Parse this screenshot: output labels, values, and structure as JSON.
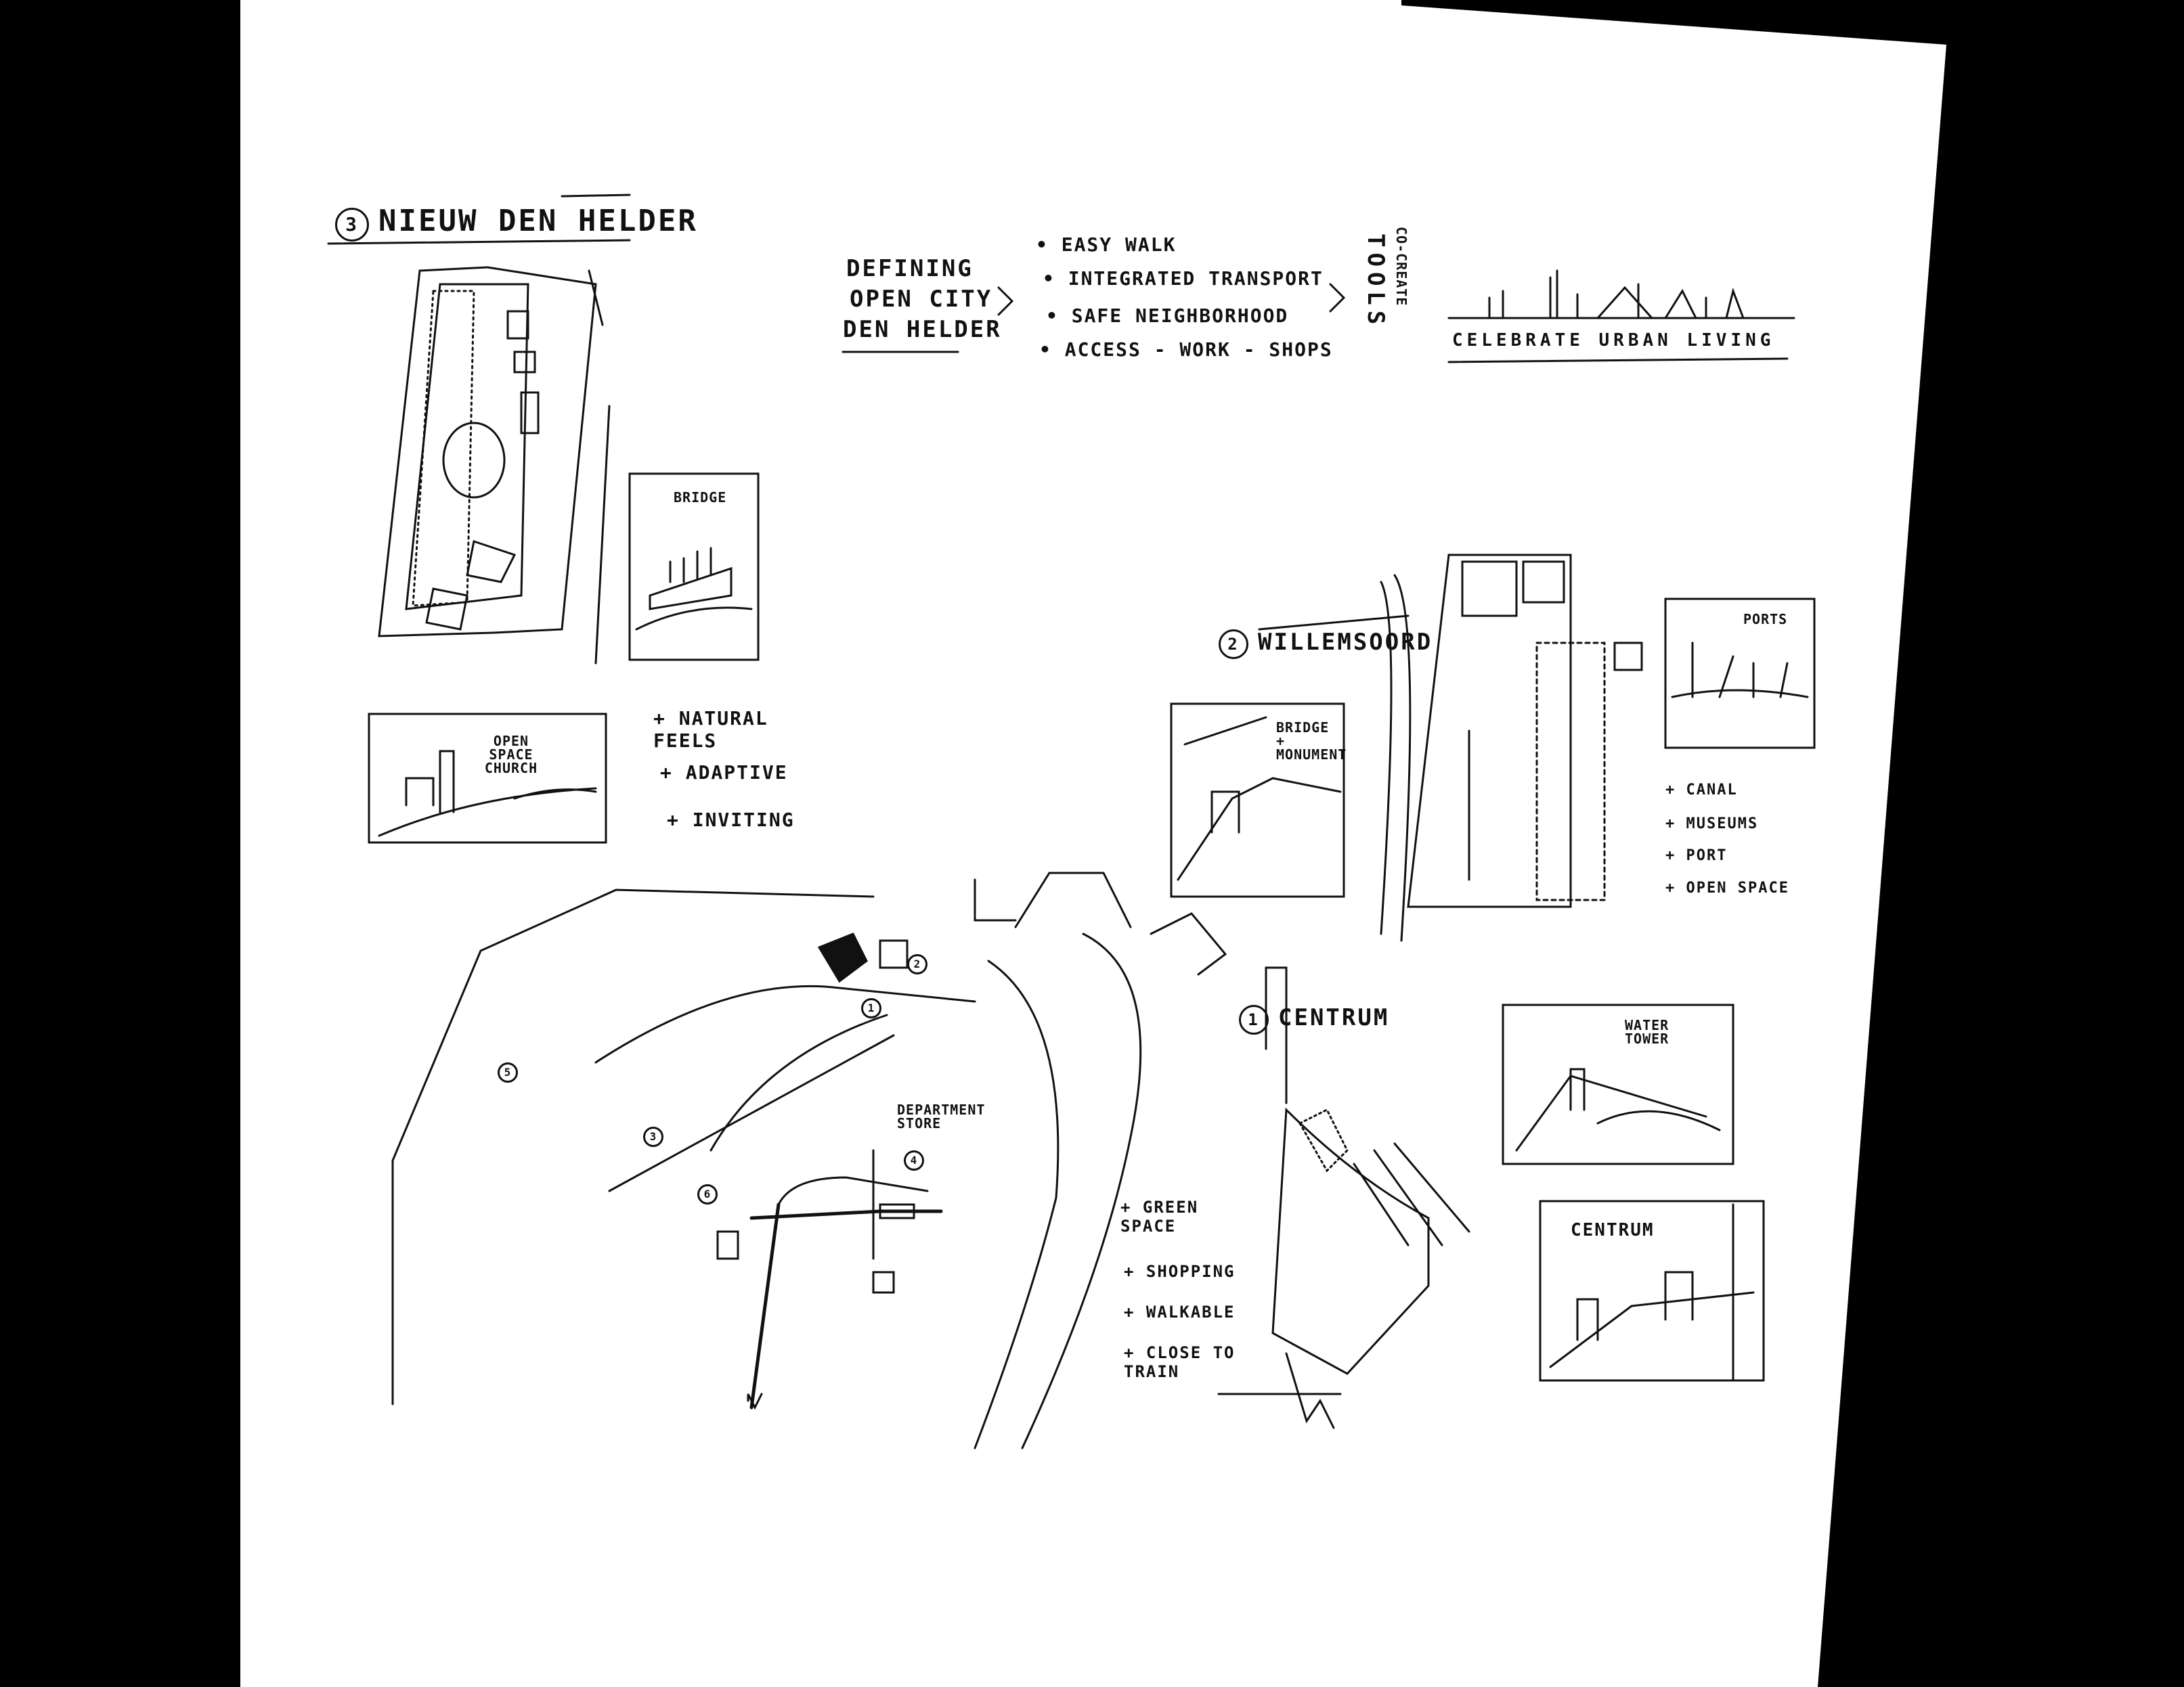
{
  "sketch3": {
    "number": "3",
    "title": "NIEUW DEN HELDER",
    "bridge_label": "BRIDGE",
    "church_label": "OPEN SPACE CHURCH",
    "features": [
      "+ NATURAL FEELS",
      "+ ADAPTIVE",
      "+ INVITING"
    ]
  },
  "header": {
    "defining": [
      "DEFINING",
      "OPEN CITY",
      "DEN HELDER"
    ],
    "bullets": [
      "• EASY WALK",
      "• INTEGRATED TRANSPORT",
      "• SAFE NEIGHBORHOOD",
      "• ACCESS - WORK - SHOPS"
    ],
    "tools": "TOOLS",
    "cocreate": "CO-CREATE",
    "celebrate": "CELEBRATE URBAN LIVING"
  },
  "sketch2": {
    "number": "2",
    "title": "WILLEMSOORD",
    "bridge_label": "BRIDGE + MONUMENT",
    "ports_label": "PORTS",
    "features": [
      "+ CANAL",
      "+ MUSEUMS",
      "+ PORT",
      "+ OPEN SPACE"
    ]
  },
  "map": {
    "markers": [
      "1",
      "2",
      "3",
      "4",
      "5",
      "6"
    ],
    "department_store": "DEPARTMENT STORE"
  },
  "sketch1": {
    "number": "1",
    "title": "CENTRUM",
    "water_tower_label": "WATER TOWER",
    "centrum_label": "CENTRUM",
    "features": [
      "+ GREEN SPACE",
      "+ SHOPPING",
      "+ WALKABLE",
      "+ CLOSE TO TRAIN"
    ]
  }
}
